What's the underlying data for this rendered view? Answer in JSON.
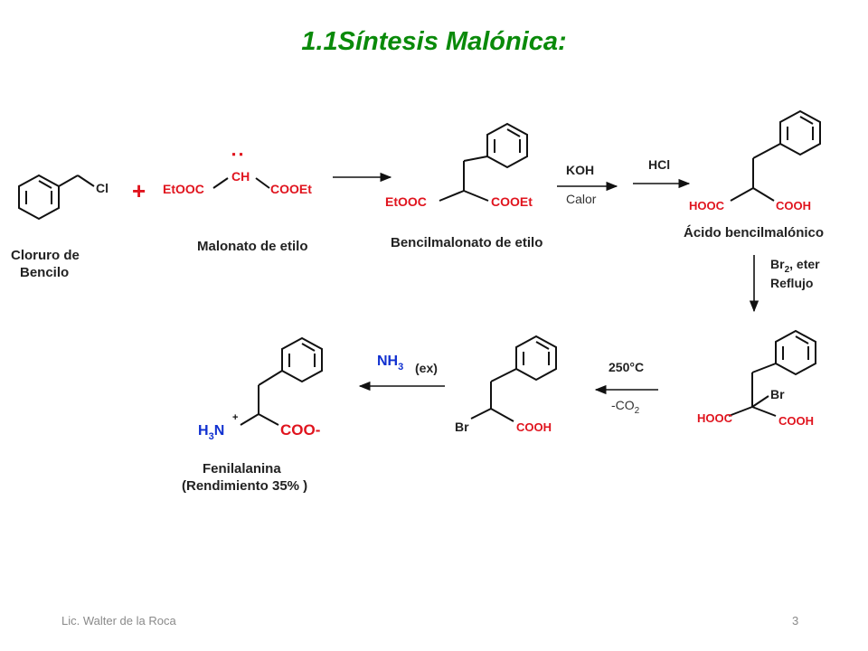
{
  "title": "1.1Síntesis Malónica:",
  "footer": {
    "author": "Lic. Walter de la Roca",
    "page": "3"
  },
  "compounds": {
    "benzyl_chloride": {
      "group_cl": "Cl",
      "name_line1": "Cloruro de",
      "name_line2": "Bencilo"
    },
    "plus": "+",
    "malonate": {
      "carbanion": "CH",
      "lone_pair": ":",
      "left_group": "EtOOC",
      "right_group": "COOEt",
      "name": "Malonato de etilo"
    },
    "benzylmalonate": {
      "left_group": "EtOOC",
      "right_group": "COOEt",
      "name": "Bencilmalonato de etilo"
    },
    "benzylmalonic_acid": {
      "left_group": "HOOC",
      "right_group": "COOH",
      "name": "Ácido bencilmalónico"
    },
    "bromo_diacid": {
      "left_group": "HOOC",
      "right_group": "COOH",
      "substituent": "Br"
    },
    "bromo_acid": {
      "substituent": "Br",
      "right_group": "COOH"
    },
    "phenylalanine": {
      "amine": "H",
      "amine_sub": "3",
      "amine_n": "N",
      "charge": "+",
      "carboxylate": "COO-",
      "name_line1": "Fenilalanina",
      "name_line2": "(Rendimiento 35% )"
    }
  },
  "reagents": {
    "koh": "KOH",
    "calor": "Calor",
    "hcl": "HCl",
    "br2": "Br",
    "br2_sub": "2",
    "br2_rest": ", eter",
    "reflujo": "Reflujo",
    "temp": "250°C",
    "co2": "-CO",
    "co2_sub": "2",
    "nh3": "NH",
    "nh3_sub": "3",
    "nh3_ex": "(ex)"
  },
  "colors": {
    "title": "#0a8a0a",
    "acid_groups": "#e0141e",
    "amine": "#1030d0",
    "text": "#222222",
    "footer": "#8a8a8a"
  }
}
